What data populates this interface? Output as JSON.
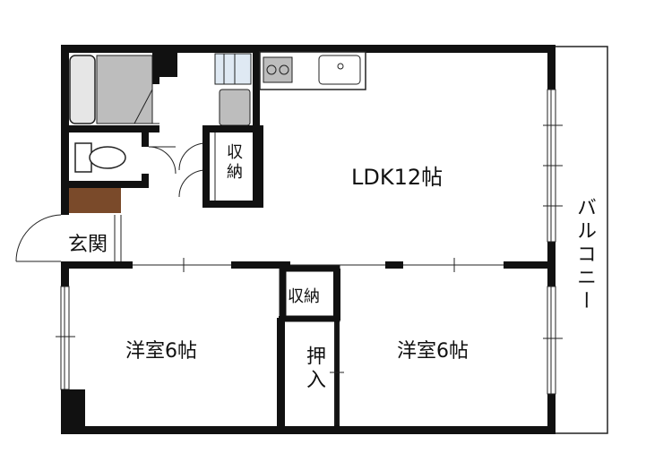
{
  "rooms": {
    "ldk": "LDK12帖",
    "western_left": "洋室6帖",
    "western_right": "洋室6帖",
    "entrance": "玄関",
    "storage_kitchen": "収納",
    "storage_hall": "収納",
    "closet": "押入",
    "balcony": "バルコニー"
  },
  "colors": {
    "wall": "#111111",
    "floor_entrance": "#7a4a2a",
    "fixture_gray": "#bdbdbd",
    "fixture_light": "#e6e6e6",
    "fixture_blue": "#dfe9f3"
  }
}
